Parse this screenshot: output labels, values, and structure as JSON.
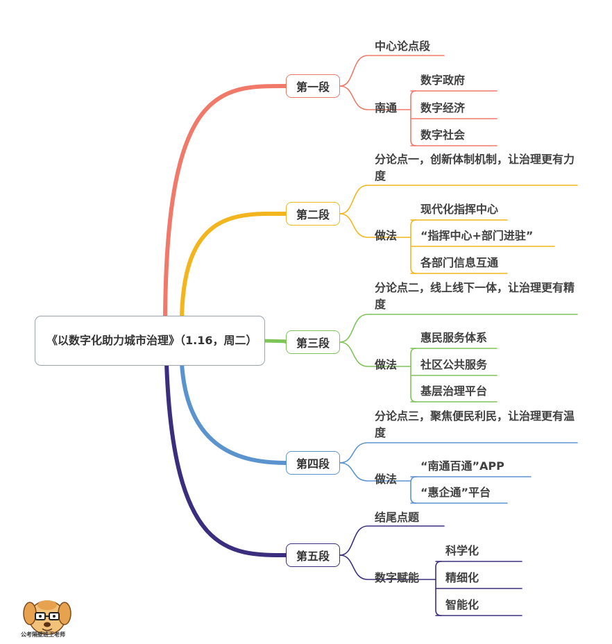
{
  "root": {
    "title": "《以数字化助力城市治理》（1.16，周二）"
  },
  "colors": {
    "p1": "#f0796a",
    "p2": "#f2b51e",
    "p3": "#7ec458",
    "p4": "#5b93cf",
    "p5": "#3b2e7e"
  },
  "paragraphs": [
    {
      "label": "第一段",
      "main": "中心论点段",
      "group": {
        "label": "南通",
        "items": [
          "数字政府",
          "数字经济",
          "数字社会"
        ]
      }
    },
    {
      "label": "第二段",
      "main": "分论点一，创新体制机制，让治理更有力度",
      "group": {
        "label": "做法",
        "items": [
          "现代化指挥中心",
          "“指挥中心+部门进驻”",
          "各部门信息互通"
        ]
      }
    },
    {
      "label": "第三段",
      "main": "分论点二，线上线下一体，让治理更有精度",
      "group": {
        "label": "做法",
        "items": [
          "惠民服务体系",
          "社区公共服务",
          "基层治理平台"
        ]
      }
    },
    {
      "label": "第四段",
      "main": "分论点三，聚焦便民利民，让治理更有温度",
      "group": {
        "label": "做法",
        "items": [
          "“南通百通”APP",
          "“惠企通”平台"
        ]
      }
    },
    {
      "label": "第五段",
      "main": "结尾点题",
      "group": {
        "label": "数字赋能",
        "items": [
          "科学化",
          "精细化",
          "智能化"
        ]
      }
    }
  ],
  "watermark": {
    "text": "公考隔壁班王老师"
  }
}
